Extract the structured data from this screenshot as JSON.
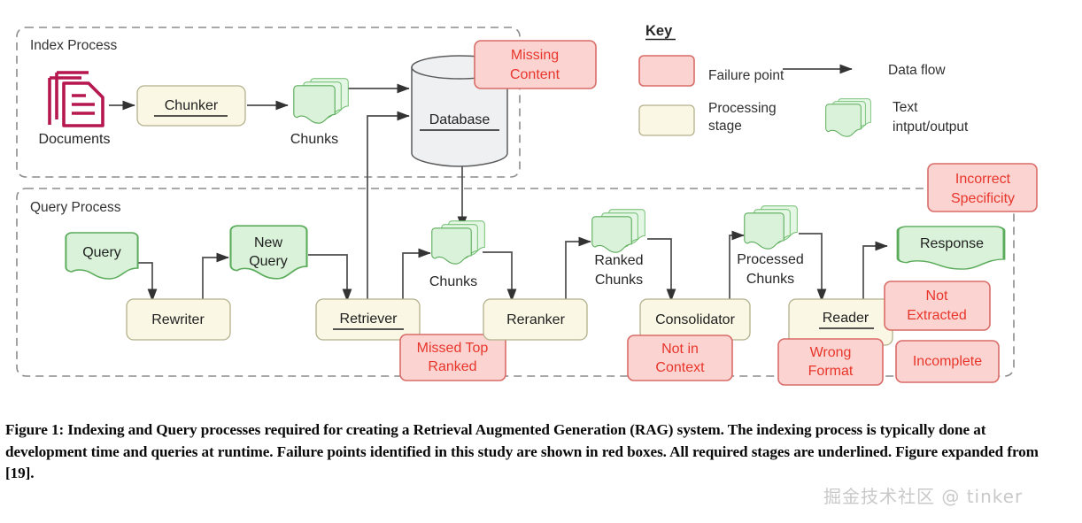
{
  "figure": {
    "caption": "Figure 1: Indexing and Query processes required for creating a Retrieval Augmented Generation (RAG) system. The indexing process is typically done at development time and queries at runtime. Failure points identified in this study are shown in red boxes. All required stages are underlined. Figure expanded from [19].",
    "watermark": "掘金技术社区 @ tinker"
  },
  "colors": {
    "failure_fill": "#fbd4d2",
    "failure_stroke": "#d96c68",
    "failure_text": "#e8352a",
    "processing_fill": "#faf7e4",
    "processing_stroke": "#b3b08c",
    "io_fill": "#d9f2d9",
    "io_stroke": "#5aab5a",
    "database_fill": "#eef0f2",
    "database_stroke": "#5c5c5c",
    "documents_icon": "#b5174e",
    "flow_arrow": "#4d4d4d",
    "group_border": "#8c8c8c"
  },
  "groups": [
    {
      "id": "index-process",
      "label": "Index Process"
    },
    {
      "id": "query-process",
      "label": "Query Process"
    }
  ],
  "key": {
    "title": "Key",
    "entries": [
      {
        "id": "failure-point",
        "label": "Failure point",
        "swatch": "failure-box-icon"
      },
      {
        "id": "processing-stage",
        "label": "Processing\nstage",
        "line1": "Processing",
        "line2": "stage",
        "swatch": "processing-box-icon"
      },
      {
        "id": "data-flow",
        "label": "Data flow",
        "swatch": "arrow-icon"
      },
      {
        "id": "text-io",
        "label": "Text\nintput/output",
        "line1": "Text",
        "line2": "intput/output",
        "swatch": "chunks-stack-icon"
      }
    ]
  },
  "index_process": {
    "documents": {
      "label": "Documents",
      "icon": "documents-icon"
    },
    "chunker": {
      "label": "Chunker",
      "required": true
    },
    "chunks": {
      "label": "Chunks",
      "icon": "chunks-stack-icon"
    },
    "database": {
      "label": "Database",
      "required": true,
      "icon": "database-cylinder-icon"
    },
    "failure": {
      "line1": "Missing",
      "line2": "Content"
    }
  },
  "query_process": {
    "query": {
      "label": "Query"
    },
    "rewriter": {
      "label": "Rewriter",
      "required": false
    },
    "new_query": {
      "line1": "New",
      "line2": "Query"
    },
    "retriever": {
      "label": "Retriever",
      "required": true
    },
    "retriever_failure": {
      "line1": "Missed Top",
      "line2": "Ranked"
    },
    "chunks": {
      "label": "Chunks",
      "icon": "chunks-stack-icon"
    },
    "reranker": {
      "label": "Reranker",
      "required": false
    },
    "ranked_chunks": {
      "line1": "Ranked",
      "line2": "Chunks"
    },
    "consolidator": {
      "label": "Consolidator",
      "required": false
    },
    "consolidator_failure": {
      "line1": "Not in",
      "line2": "Context"
    },
    "processed_chunks": {
      "line1": "Processed",
      "line2": "Chunks"
    },
    "reader": {
      "label": "Reader",
      "required": true
    },
    "reader_failures": [
      {
        "id": "not-extracted",
        "line1": "Not",
        "line2": "Extracted"
      },
      {
        "id": "wrong-format",
        "line1": "Wrong",
        "line2": "Format"
      },
      {
        "id": "incomplete",
        "line1": "Incomplete",
        "line2": ""
      }
    ],
    "response": {
      "label": "Response"
    },
    "specificity_failure": {
      "line1": "Incorrect",
      "line2": "Specificity"
    }
  }
}
